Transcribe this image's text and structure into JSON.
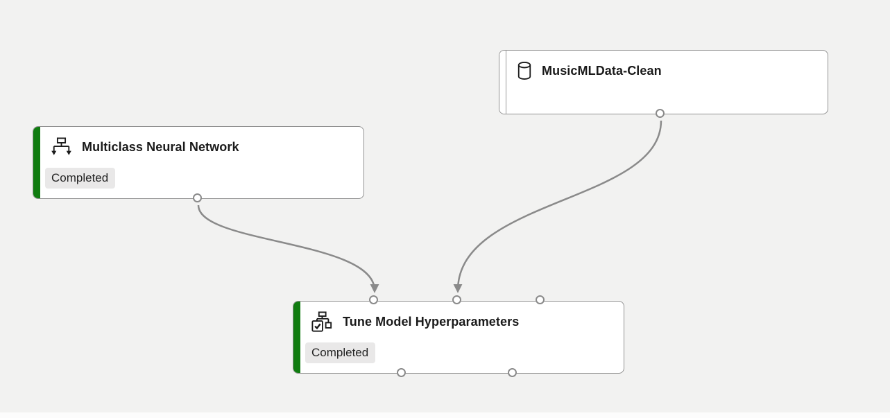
{
  "canvas": {
    "background_color": "#f2f2f1",
    "connector_color": "#8a8a8a",
    "accent_green": "#107c10",
    "badge_background": "#e9e8e8"
  },
  "nodes": {
    "dataset": {
      "title": "MusicMLData-Clean",
      "icon": "database-icon",
      "output_ports": 1
    },
    "multiclass": {
      "title": "Multiclass Neural Network",
      "icon": "algorithm-module-icon",
      "status": "Completed",
      "output_ports": 1
    },
    "tune": {
      "title": "Tune Model Hyperparameters",
      "icon": "tune-model-icon",
      "status": "Completed",
      "input_ports": 3,
      "output_ports": 2
    }
  },
  "edges": [
    {
      "from": "Multiclass Neural Network",
      "from_port": "output-1",
      "to": "Tune Model Hyperparameters",
      "to_port": "input-1"
    },
    {
      "from": "MusicMLData-Clean",
      "from_port": "output-1",
      "to": "Tune Model Hyperparameters",
      "to_port": "input-2"
    }
  ]
}
